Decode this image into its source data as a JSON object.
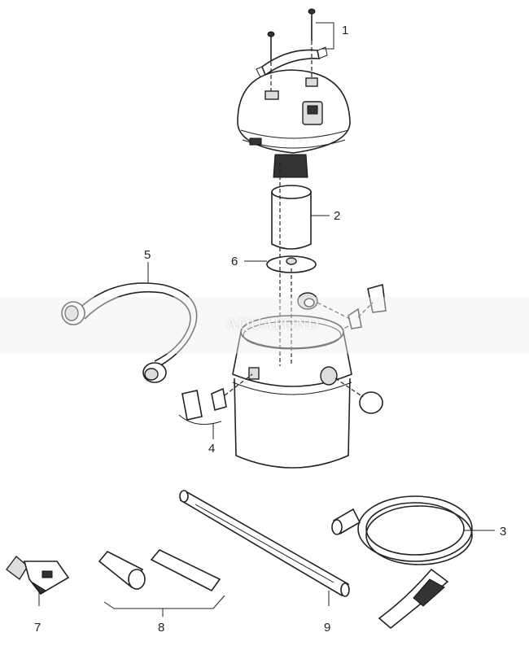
{
  "watermark": "AQUAPOND",
  "callouts": [
    "1",
    "2",
    "3",
    "4",
    "5",
    "6",
    "7",
    "8",
    "9"
  ]
}
